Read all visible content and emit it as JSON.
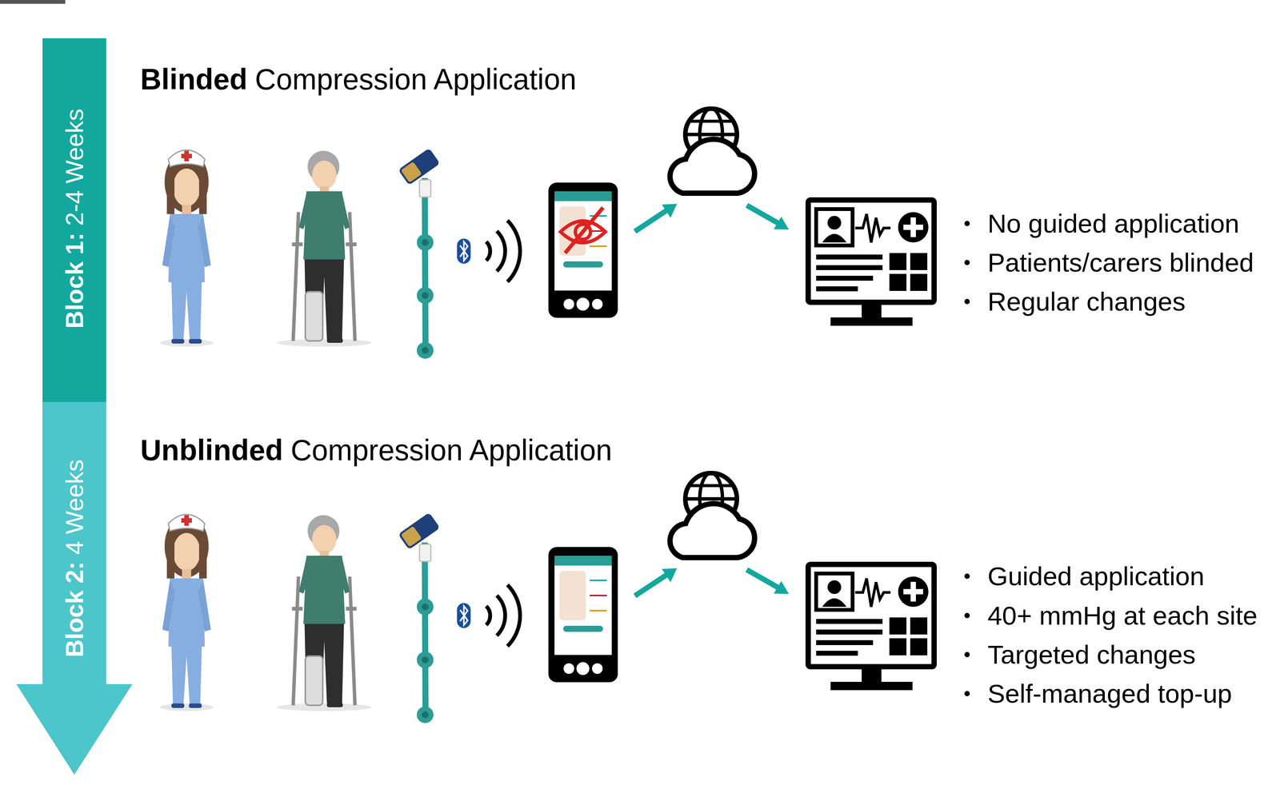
{
  "diagram": {
    "nodes": [
      {
        "text": [
          "Block 1:",
          "2-4 Weeks"
        ]
      },
      {
        "text": [
          "Block 2:",
          "4 Weeks"
        ]
      }
    ],
    "labels": [
      "Blinded",
      "Compression Application",
      "No guided application",
      "Patients/carers blinded",
      "Regular changes",
      "Unblinded",
      "Compression Application",
      "Guided application",
      "40+ mmHg at each site",
      "Targeted changes",
      "Self-managed top-up"
    ]
  }
}
